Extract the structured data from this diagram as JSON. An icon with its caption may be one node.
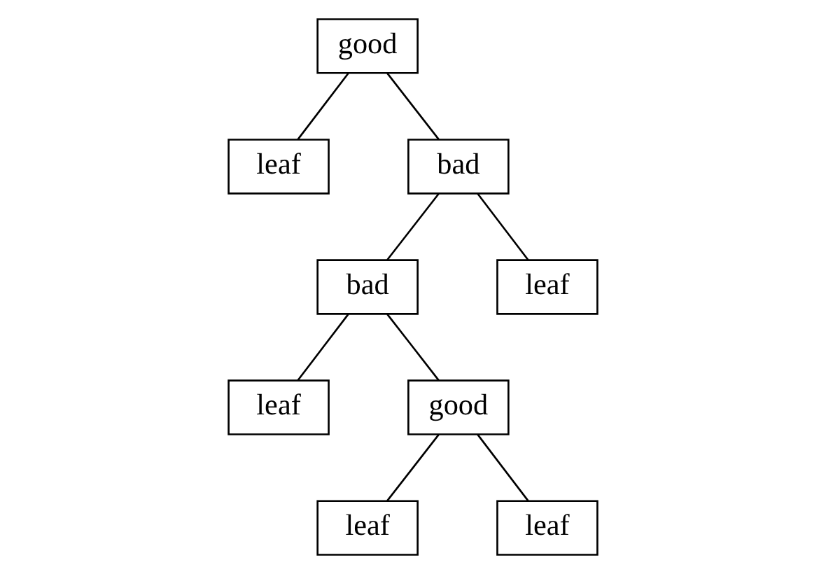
{
  "diagram": {
    "nodes": [
      {
        "text": [
          "good"
        ]
      },
      {
        "text": [
          "leaf"
        ]
      },
      {
        "text": [
          "bad"
        ]
      },
      {
        "text": [
          "bad"
        ]
      },
      {
        "text": [
          "leaf"
        ]
      },
      {
        "text": [
          "leaf"
        ]
      },
      {
        "text": [
          "good"
        ]
      },
      {
        "text": [
          "leaf"
        ]
      },
      {
        "text": [
          "leaf"
        ]
      }
    ],
    "edges": [
      {
        "from": 0,
        "to": 1,
        "arrow": "none"
      },
      {
        "from": 0,
        "to": 2,
        "arrow": "none"
      },
      {
        "from": 2,
        "to": 3,
        "arrow": "none"
      },
      {
        "from": 2,
        "to": 4,
        "arrow": "none"
      },
      {
        "from": 3,
        "to": 5,
        "arrow": "none"
      },
      {
        "from": 3,
        "to": 6,
        "arrow": "none"
      },
      {
        "from": 6,
        "to": 7,
        "arrow": "none"
      },
      {
        "from": 6,
        "to": 8,
        "arrow": "none"
      }
    ]
  }
}
